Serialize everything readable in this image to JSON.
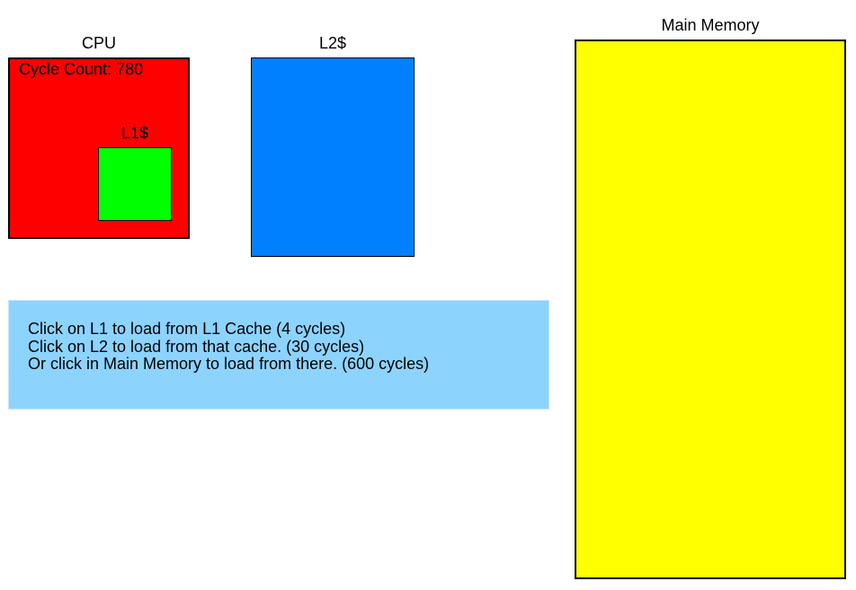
{
  "cpu": {
    "label": "CPU",
    "cycle_count_label": "Cycle Count:",
    "cycle_count": "780",
    "color": "#ff0000"
  },
  "l1": {
    "label": "L1$",
    "color": "#00ff00"
  },
  "l2": {
    "label": "L2$",
    "color": "#0080ff"
  },
  "main_memory": {
    "label": "Main Memory",
    "color": "#ffff00"
  },
  "instructions": {
    "lines": [
      "Click on L1 to load from L1 Cache (4 cycles)",
      "Click on L2 to load from that cache. (30 cycles)",
      "Or click in Main Memory to load from there. (600 cycles)"
    ],
    "color": "#8cd3fe"
  }
}
